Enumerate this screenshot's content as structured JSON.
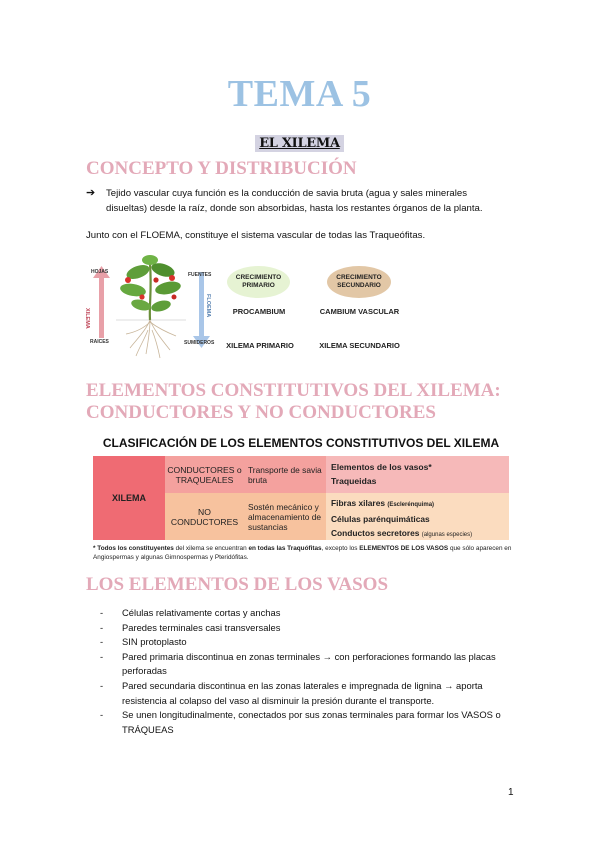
{
  "page_title": "TEMA 5",
  "subtitle": "EL XILEMA",
  "sections": {
    "concepto": "CONCEPTO Y DISTRIBUCIÓN",
    "elementos_line1": "ELEMENTOS CONSTITUTIVOS DEL XILEMA:",
    "elementos_line2": "CONDUCTORES Y NO CONDUCTORES",
    "vasos": "LOS ELEMENTOS DE LOS VASOS"
  },
  "concepto": {
    "arrow_item": "Tejido vascular cuya función es la conducción de savia bruta (agua y sales minerales disueltas) desde la raíz, donde son absorbidas, hasta los restantes órganos de la planta.",
    "paragraph": "Junto con el FLOEMA, constituye el sistema vascular de todas las Traqueófitas."
  },
  "figure": {
    "left_top_label": "HOJAS",
    "left_side_label": "XILEMA",
    "left_bottom_label": "RAICES",
    "right_top_label": "FUENTES",
    "right_side_label": "FLOEMA",
    "right_bottom_label": "SUMIDEROS",
    "primary_bubble": "CRECIMIENTO PRIMARIO",
    "secondary_bubble": "CRECIMIENTO SECUNDARIO",
    "primary_meristem": "PROCAMBIUM",
    "secondary_meristem": "CAMBIUM VASCULAR",
    "primary_result": "XILEMA PRIMARIO",
    "secondary_result": "XILEMA SECUNDARIO",
    "colors": {
      "xylem_arrow": "#e8a0a8",
      "phloem_arrow": "#a9c6e8",
      "primary_bubble": "#e6f3d3",
      "secondary_bubble": "#e2c7a6"
    }
  },
  "table": {
    "title": "CLASIFICACIÓN DE LOS ELEMENTOS CONSTITUTIVOS DEL XILEMA",
    "xilema": "XILEMA",
    "conductores": "CONDUCTORES o TRAQUEALES",
    "conductores_function": "Transporte de savia bruta",
    "conductores_items": [
      "Elementos de los vasos*",
      "Traqueidas"
    ],
    "no_conductores": "NO CONDUCTORES",
    "no_conductores_function": "Sostén mecánico y almacenamiento de sustancias",
    "no_conductores_items": [
      {
        "main": "Fibras xilares",
        "note": "(Esclerénquima)"
      },
      {
        "main": "Células parénquimáticas",
        "note": ""
      },
      {
        "main": "Conductos secretores",
        "note": "(algunas especies)"
      }
    ],
    "colors": {
      "xilema": "#ef6b73",
      "conductores": "#f4a19e",
      "conductores_items": "#f6b9b9",
      "no_conductores": "#f7c29e",
      "no_conductores_items": "#fbdcbf"
    },
    "footnote_part1": "* Todos los constituyentes",
    "footnote_part2": " del xilema se encuentran ",
    "footnote_part3": "en todas las Traquófitas",
    "footnote_part4": ", excepto los ",
    "footnote_part5": "ELEMENTOS DE LOS VASOS",
    "footnote_part6": " que sólo aparecen en Angiospermas y algunas Gimnospermas y Pteridófitas."
  },
  "vasos_bullets": [
    "Células relativamente cortas y anchas",
    "Paredes terminales casi transversales",
    "SIN protoplasto",
    "Pared primaria discontinua en zonas terminales → con perforaciones formando las placas perforadas",
    "Pared secundaria discontinua en las zonas laterales e impregnada de lignina → aporta resistencia al colapso del vaso al disminuir la presión durante el transporte.",
    "Se unen longitudinalmente, conectados por sus zonas terminales para formar los VASOS o TRÁQUEAS"
  ],
  "bullet_dash": "-",
  "arrow_glyph": "➔",
  "page_number": "1"
}
